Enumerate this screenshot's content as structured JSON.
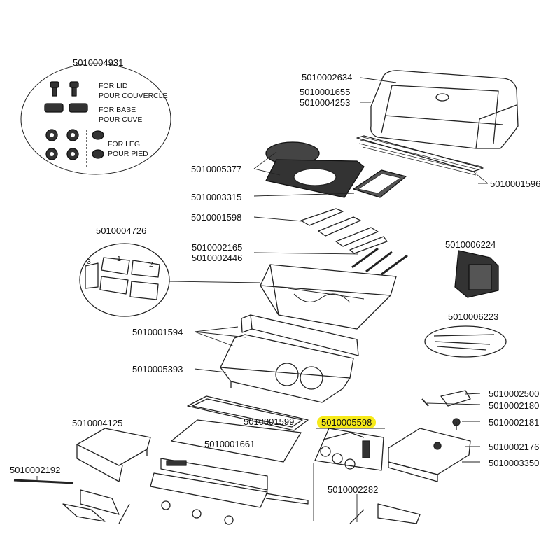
{
  "highlight_color": "#f7ea1a",
  "inset_hardware": {
    "part_no": "5010004931",
    "lid": [
      "FOR LID",
      "POUR COUVERCLE"
    ],
    "base": [
      "FOR BASE",
      "POUR CUVE"
    ],
    "leg": [
      "FOR LEG",
      "POUR PIED"
    ]
  },
  "inset_flame_tamers": {
    "part_no": "5010004726",
    "numbers": [
      "1",
      "2",
      "3"
    ]
  },
  "parts": {
    "lid_a": "5010002634",
    "lid_b": "5010001655",
    "lid_c": "5010004253",
    "warming_rack": "5010001596",
    "cooking_grid": "5010005377",
    "griddle_insert": "5010003315",
    "flame_tamers": "5010001598",
    "burner_a": "5010002165",
    "burner_b": "5010002446",
    "igniter_module": "5010006224",
    "igniter_wires": "5010006223",
    "heat_shields": "5010001594",
    "firebox": "5010005393",
    "side_burner_grate": "5010002500",
    "side_burner_wire": "5010002180",
    "side_burner_valve": "5010002181",
    "side_burner_lid": "5010002176",
    "side_burner_base": "5010003350",
    "grease_tray": "5010001599",
    "knob_kit": "5010005598",
    "grease_tray_liner": "5010001661",
    "side_shelf": "5010004125",
    "shelf_bracket": "5010002192",
    "manifold": "5010002282"
  }
}
